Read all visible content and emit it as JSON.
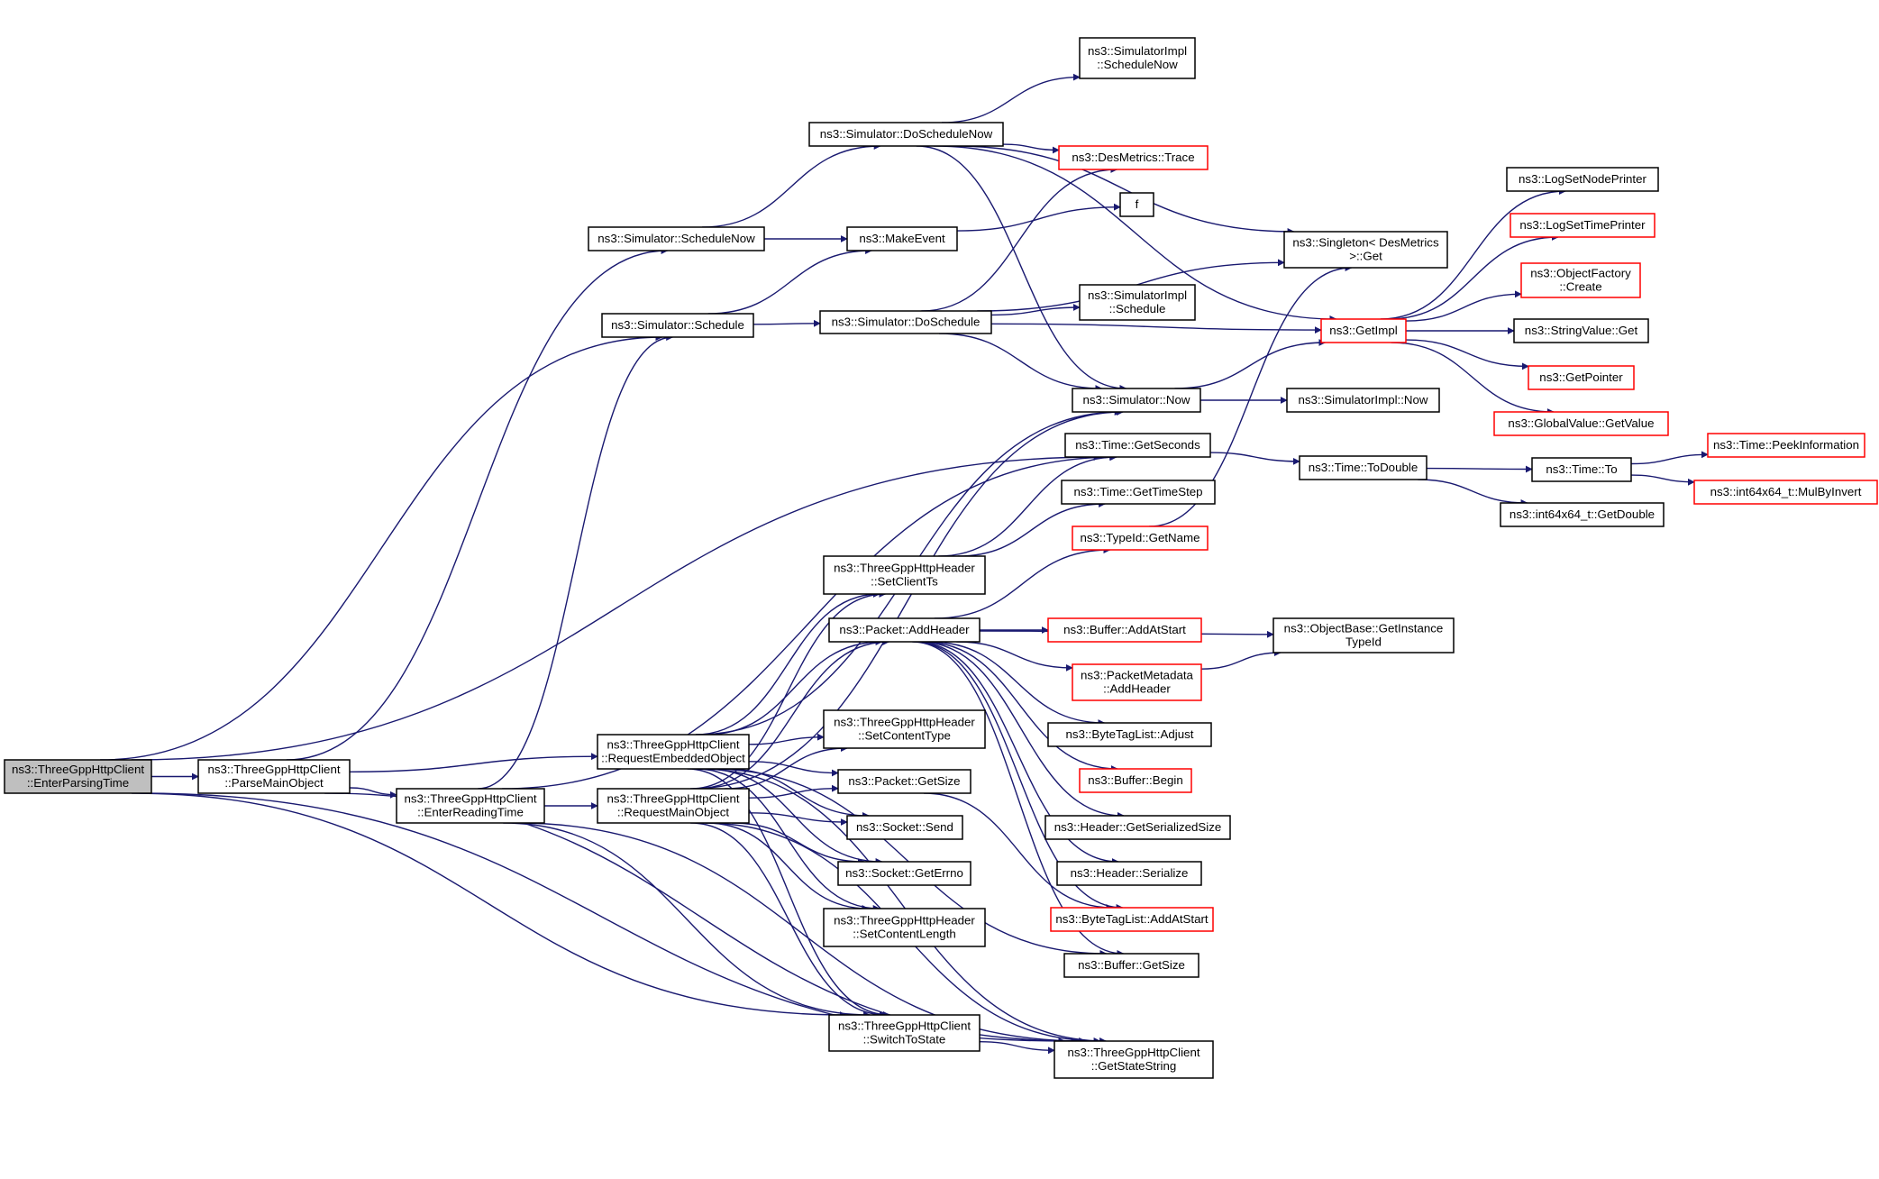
{
  "graph": {
    "colors": {
      "edge": "#191970",
      "normal_border": "#000000",
      "incomplete_border": "#ff0000",
      "root_fill": "#bfbfbf",
      "background": "#ffffff"
    },
    "nodes": [
      {
        "id": "root",
        "lines": [
          "ns3::ThreeGppHttpClient",
          "::EnterParsingTime"
        ],
        "style": "root"
      },
      {
        "id": "parse",
        "lines": [
          "ns3::ThreeGppHttpClient",
          "::ParseMainObject"
        ]
      },
      {
        "id": "enterReading",
        "lines": [
          "ns3::ThreeGppHttpClient",
          "::EnterReadingTime"
        ]
      },
      {
        "id": "reqEmbedded",
        "lines": [
          "ns3::ThreeGppHttpClient",
          "::RequestEmbeddedObject"
        ]
      },
      {
        "id": "reqMain",
        "lines": [
          "ns3::ThreeGppHttpClient",
          "::RequestMainObject"
        ]
      },
      {
        "id": "schedNowS",
        "lines": [
          "ns3::Simulator::ScheduleNow"
        ]
      },
      {
        "id": "schedS",
        "lines": [
          "ns3::Simulator::Schedule"
        ]
      },
      {
        "id": "doSchedNow",
        "lines": [
          "ns3::Simulator::DoScheduleNow"
        ]
      },
      {
        "id": "makeEvent",
        "lines": [
          "ns3::MakeEvent"
        ]
      },
      {
        "id": "doSched",
        "lines": [
          "ns3::Simulator::DoSchedule"
        ]
      },
      {
        "id": "implSchedNow",
        "lines": [
          "ns3::SimulatorImpl",
          "::ScheduleNow"
        ]
      },
      {
        "id": "desTrace",
        "lines": [
          "ns3::DesMetrics::Trace"
        ],
        "style": "red"
      },
      {
        "id": "f",
        "lines": [
          "f"
        ]
      },
      {
        "id": "implSched",
        "lines": [
          "ns3::SimulatorImpl",
          "::Schedule"
        ]
      },
      {
        "id": "simNow",
        "lines": [
          "ns3::Simulator::Now"
        ]
      },
      {
        "id": "getSeconds",
        "lines": [
          "ns3::Time::GetSeconds"
        ]
      },
      {
        "id": "getTimeStep",
        "lines": [
          "ns3::Time::GetTimeStep"
        ]
      },
      {
        "id": "typeName",
        "lines": [
          "ns3::TypeId::GetName"
        ],
        "style": "red"
      },
      {
        "id": "setClientTs",
        "lines": [
          "ns3::ThreeGppHttpHeader",
          "::SetClientTs"
        ]
      },
      {
        "id": "addHeader",
        "lines": [
          "ns3::Packet::AddHeader"
        ]
      },
      {
        "id": "setContentType",
        "lines": [
          "ns3::ThreeGppHttpHeader",
          "::SetContentType"
        ]
      },
      {
        "id": "pktSize",
        "lines": [
          "ns3::Packet::GetSize"
        ]
      },
      {
        "id": "send",
        "lines": [
          "ns3::Socket::Send"
        ]
      },
      {
        "id": "errno",
        "lines": [
          "ns3::Socket::GetErrno"
        ]
      },
      {
        "id": "setContentLength",
        "lines": [
          "ns3::ThreeGppHttpHeader",
          "::SetContentLength"
        ]
      },
      {
        "id": "switchState",
        "lines": [
          "ns3::ThreeGppHttpClient",
          "::SwitchToState"
        ]
      },
      {
        "id": "getStateString",
        "lines": [
          "ns3::ThreeGppHttpClient",
          "::GetStateString"
        ]
      },
      {
        "id": "singleton",
        "lines": [
          "ns3::Singleton< DesMetrics",
          ">::Get"
        ]
      },
      {
        "id": "getImpl",
        "lines": [
          "ns3::GetImpl"
        ],
        "style": "red"
      },
      {
        "id": "implNow",
        "lines": [
          "ns3::SimulatorImpl::Now"
        ]
      },
      {
        "id": "toDouble",
        "lines": [
          "ns3::Time::ToDouble"
        ]
      },
      {
        "id": "addAtStart",
        "lines": [
          "ns3::Buffer::AddAtStart"
        ],
        "style": "red"
      },
      {
        "id": "metaAddHeader",
        "lines": [
          "ns3::PacketMetadata",
          "::AddHeader"
        ],
        "style": "red"
      },
      {
        "id": "adjust",
        "lines": [
          "ns3::ByteTagList::Adjust"
        ]
      },
      {
        "id": "begin",
        "lines": [
          "ns3::Buffer::Begin"
        ],
        "style": "red"
      },
      {
        "id": "serSize",
        "lines": [
          "ns3::Header::GetSerializedSize"
        ]
      },
      {
        "id": "serialize",
        "lines": [
          "ns3::Header::Serialize"
        ]
      },
      {
        "id": "btlAddAtStart",
        "lines": [
          "ns3::ByteTagList::AddAtStart"
        ],
        "style": "red"
      },
      {
        "id": "bufSize",
        "lines": [
          "ns3::Buffer::GetSize"
        ]
      },
      {
        "id": "instTypeId",
        "lines": [
          "ns3::ObjectBase::GetInstance",
          "TypeId"
        ]
      },
      {
        "id": "logNode",
        "lines": [
          "ns3::LogSetNodePrinter"
        ]
      },
      {
        "id": "logTime",
        "lines": [
          "ns3::LogSetTimePrinter"
        ],
        "style": "red"
      },
      {
        "id": "objFactory",
        "lines": [
          "ns3::ObjectFactory",
          "::Create"
        ],
        "style": "red"
      },
      {
        "id": "strGet",
        "lines": [
          "ns3::StringValue::Get"
        ]
      },
      {
        "id": "getPointer",
        "lines": [
          "ns3::GetPointer"
        ],
        "style": "red"
      },
      {
        "id": "globalValue",
        "lines": [
          "ns3::GlobalValue::GetValue"
        ],
        "style": "red"
      },
      {
        "id": "timeTo",
        "lines": [
          "ns3::Time::To"
        ]
      },
      {
        "id": "getDouble",
        "lines": [
          "ns3::int64x64_t::GetDouble"
        ]
      },
      {
        "id": "peekInfo",
        "lines": [
          "ns3::Time::PeekInformation"
        ],
        "style": "red"
      },
      {
        "id": "mulByInvert",
        "lines": [
          "ns3::int64x64_t::MulByInvert"
        ],
        "style": "red"
      }
    ]
  }
}
